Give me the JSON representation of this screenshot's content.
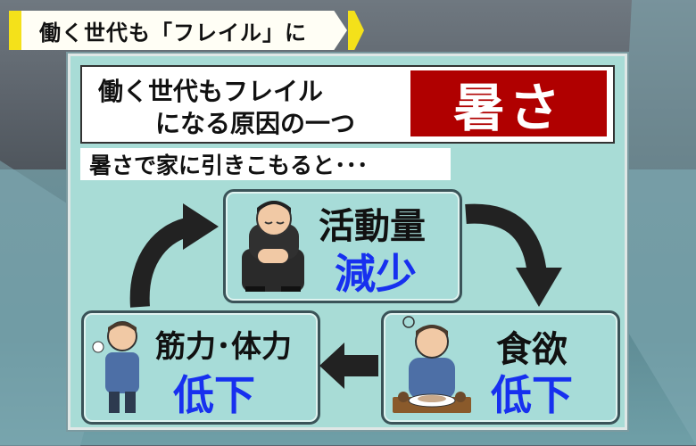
{
  "title_tag": {
    "text": "働く世代も「フレイル」に"
  },
  "header": {
    "line1": "働く世代もフレイル",
    "line2": "になる原因の一つ",
    "highlight": "暑さ"
  },
  "subhead": {
    "text": "暑さで家に引きこもると･･･"
  },
  "cycle": {
    "top": {
      "label": "活動量",
      "value": "減少"
    },
    "right": {
      "label": "食欲",
      "value": "低下"
    },
    "left": {
      "label": "筋力･体力",
      "value": "低下"
    }
  },
  "colors": {
    "highlight_bg": "#b00000",
    "value_text": "#1730ef",
    "box_bg": "#a7dcd8",
    "panel_bg": "#a8dcd6",
    "tag_yellow": "#f4e11a"
  },
  "icons": [
    "arrow-curved-right-icon",
    "arrow-left-icon",
    "arrow-curved-up-icon",
    "person-sitting-icon",
    "person-eating-icon",
    "person-tired-icon"
  ]
}
